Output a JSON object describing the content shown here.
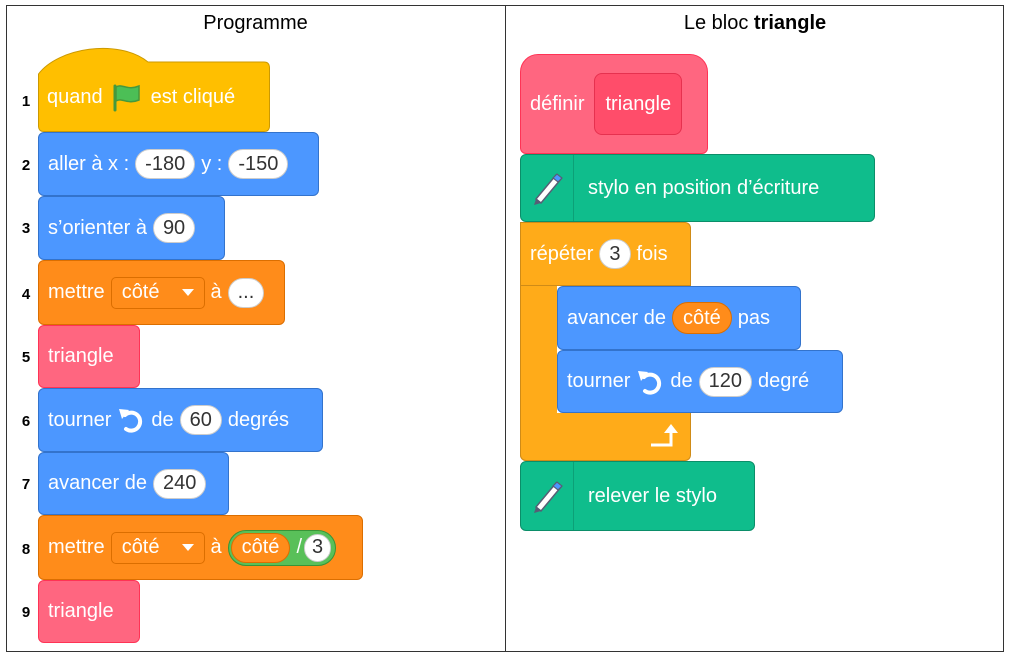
{
  "headers": {
    "left": "Programme",
    "right_prefix": "Le bloc ",
    "right_bold": "triangle"
  },
  "program": {
    "line_numbers": [
      "1",
      "2",
      "3",
      "4",
      "5",
      "6",
      "7",
      "8",
      "9"
    ],
    "b1": {
      "pre": "quand",
      "post": "est cliqué",
      "icon": "green-flag-icon"
    },
    "b2": {
      "pre": "aller à x :",
      "x": "-180",
      "mid": "y :",
      "y": "-150"
    },
    "b3": {
      "pre": "s’orienter à",
      "val": "90"
    },
    "b4": {
      "pre": "mettre",
      "var": "côté",
      "mid": "à",
      "val": "..."
    },
    "b5": {
      "label": "triangle"
    },
    "b6": {
      "pre": "tourner",
      "mid": "de",
      "val": "60",
      "post": "degrés",
      "icon": "rotate-left-icon"
    },
    "b7": {
      "pre": "avancer de",
      "val": "240"
    },
    "b8": {
      "pre": "mettre",
      "var": "côté",
      "mid": "à",
      "rep": "côté",
      "op": "/",
      "val": "3"
    },
    "b9": {
      "label": "triangle"
    }
  },
  "definition": {
    "define": {
      "pre": "définir",
      "name": "triangle"
    },
    "pen_down": {
      "label": "stylo en position d’écriture",
      "icon": "pen-icon"
    },
    "repeat": {
      "pre": "répéter",
      "val": "3",
      "post": "fois",
      "icon": "loop-arrow-icon"
    },
    "move": {
      "pre": "avancer de",
      "rep": "côté",
      "post": "pas"
    },
    "turn": {
      "pre": "tourner",
      "mid": "de",
      "val": "120",
      "post": "degré",
      "icon": "rotate-left-icon"
    },
    "pen_up": {
      "label": "relever le stylo",
      "icon": "pen-icon"
    }
  },
  "colors": {
    "events": "#ffbf00",
    "motion": "#4c97ff",
    "variables": "#ff8c1a",
    "custom": "#ff6680",
    "pen": "#0fbd8c",
    "control": "#ffab19",
    "operators": "#59c059"
  }
}
